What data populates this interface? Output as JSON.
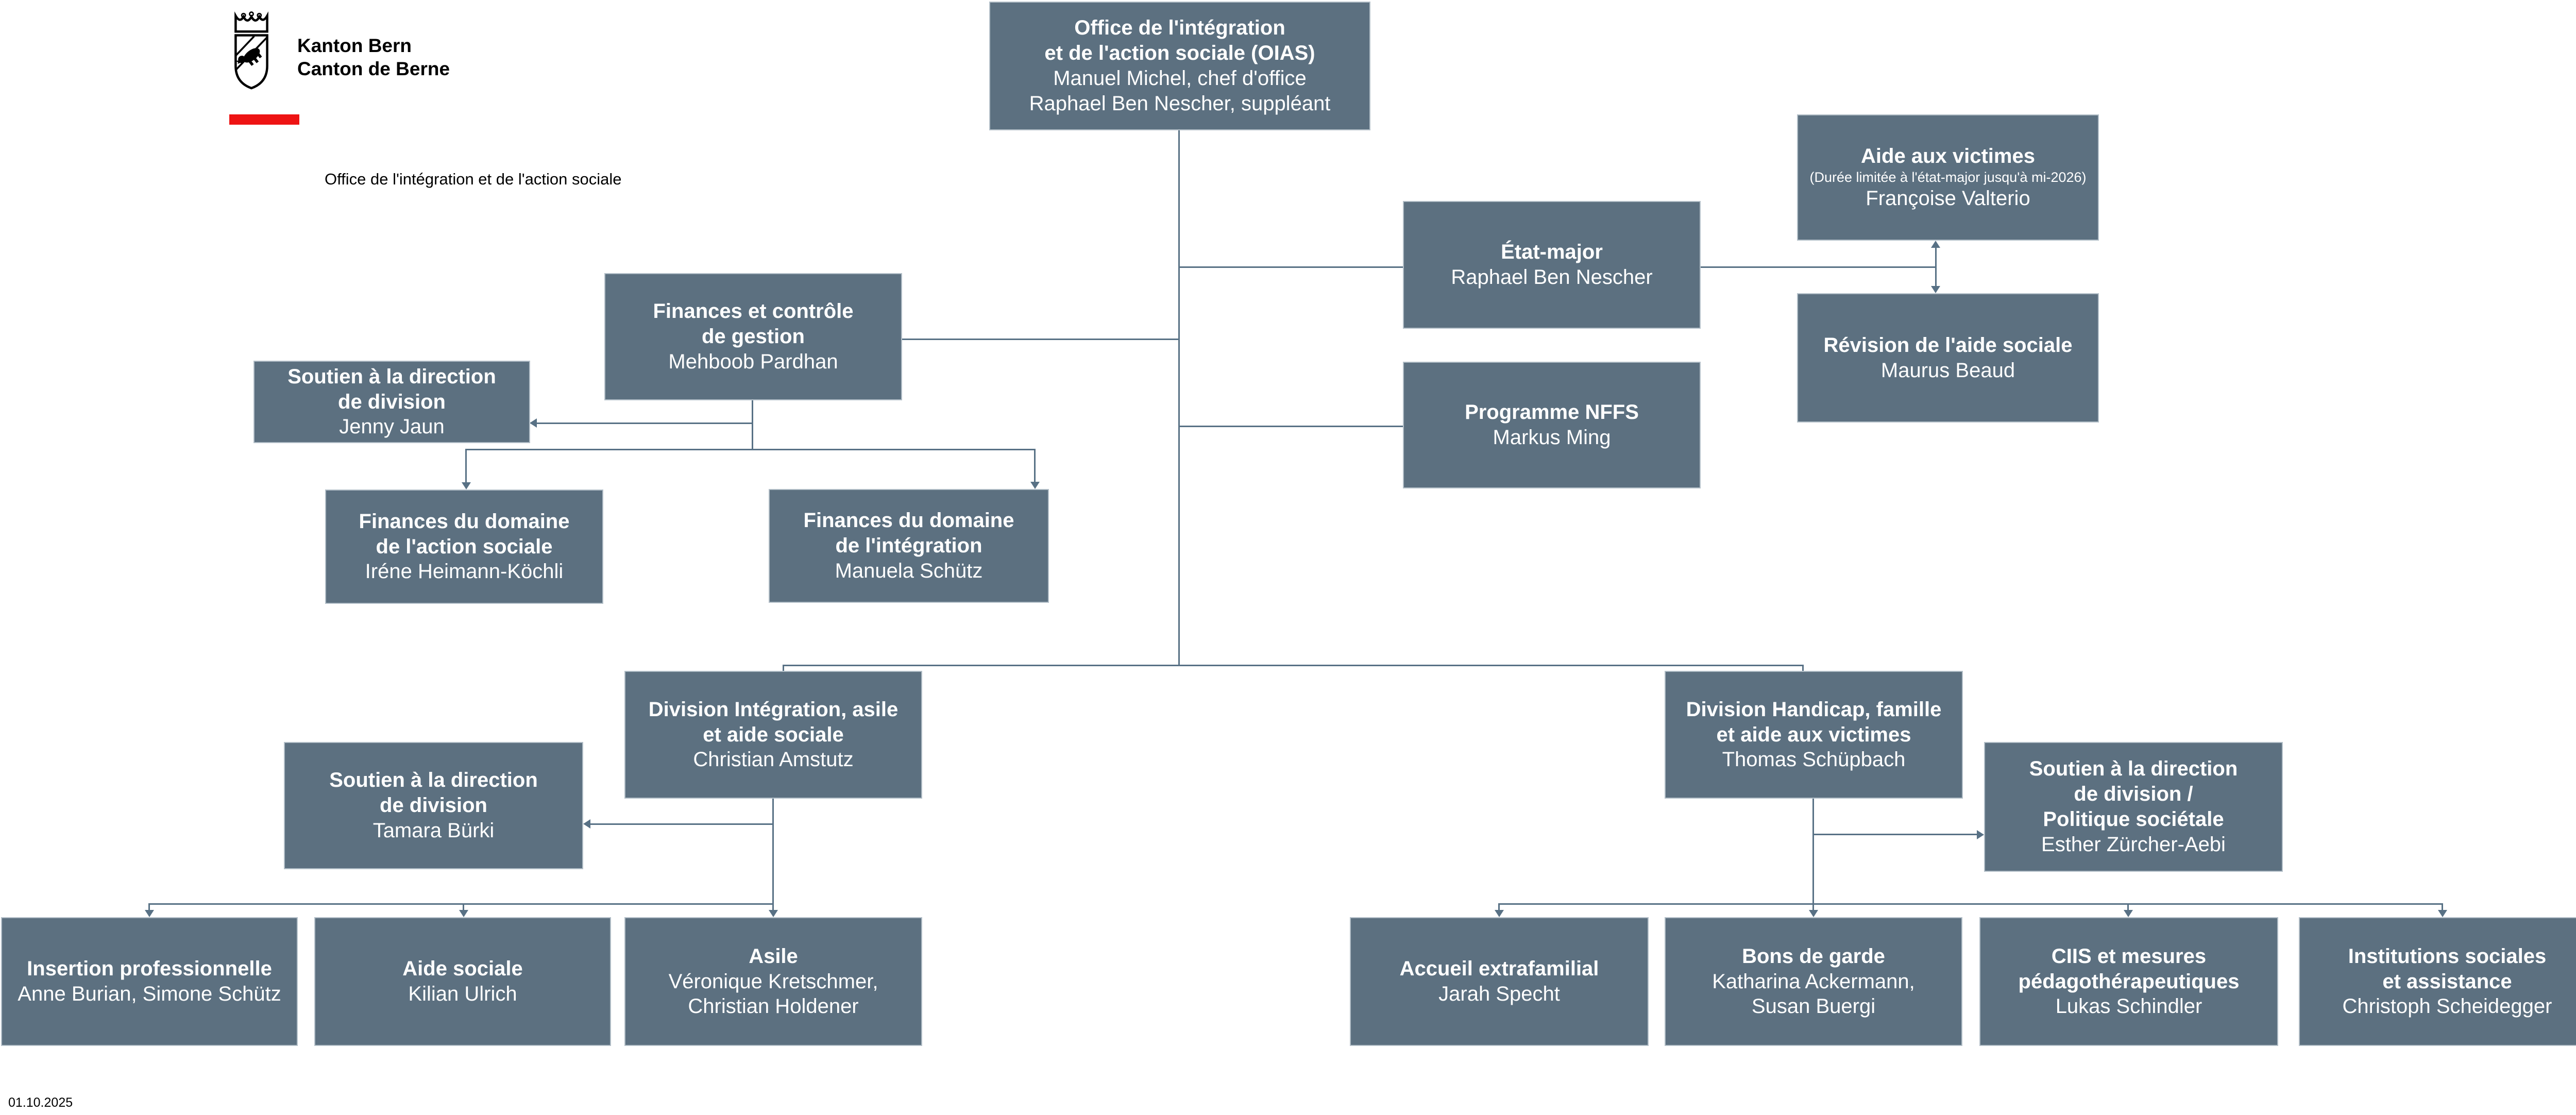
{
  "header": {
    "logo_text": "Kanton Bern\nCanton de Berne",
    "subtitle": "Office de l'intégration et de l'action sociale"
  },
  "footer": {
    "date": "01.10.2025"
  },
  "colors": {
    "box_fill": "#5c7080",
    "box_border": "#b3bfc8",
    "connector": "#587185",
    "logo_red": "#ee1313"
  },
  "nodes": {
    "root": {
      "title": "Office de l'intégration\net de l'action sociale (OIAS)",
      "name": "Manuel Michel, chef d'office\nRaphael Ben Nescher, suppléant"
    },
    "aide_victimes": {
      "title": "Aide aux victimes",
      "note": "(Durée limitée à l'état-major jusqu'à mi-2026)",
      "name": "Françoise Valterio"
    },
    "etat_major": {
      "title": "État-major",
      "name": "Raphael Ben Nescher"
    },
    "revision": {
      "title": "Révision de l'aide sociale",
      "name": "Maurus Beaud"
    },
    "programme_nffs": {
      "title": "Programme NFFS",
      "name": "Markus Ming"
    },
    "finances_controle": {
      "title": "Finances et contrôle\nde gestion",
      "name": "Mehboob Pardhan"
    },
    "soutien_jenny": {
      "title": "Soutien à la direction\nde division",
      "name": "Jenny Jaun"
    },
    "fin_action_sociale": {
      "title": "Finances du domaine\nde l'action sociale",
      "name": "Iréne Heimann-Köchli"
    },
    "fin_integration": {
      "title": "Finances du domaine\nde l'intégration",
      "name": "Manuela Schütz"
    },
    "div_integration": {
      "title": "Division Intégration, asile\net aide sociale",
      "name": "Christian Amstutz"
    },
    "soutien_tamara": {
      "title": "Soutien à la direction\nde division",
      "name": "Tamara Bürki"
    },
    "insertion": {
      "title": "Insertion professionnelle",
      "name": "Anne Burian, Simone Schütz"
    },
    "aide_sociale": {
      "title": "Aide sociale",
      "name": "Kilian Ulrich"
    },
    "asile": {
      "title": "Asile",
      "name": "Véronique Kretschmer,\nChristian Holdener"
    },
    "div_handicap": {
      "title": "Division Handicap, famille\net aide aux victimes",
      "name": "Thomas Schüpbach"
    },
    "soutien_esther": {
      "title": "Soutien à la direction\nde division /\nPolitique sociétale",
      "name": "Esther Zürcher-Aebi"
    },
    "accueil": {
      "title": "Accueil extrafamilial",
      "name": "Jarah Specht"
    },
    "bons_garde": {
      "title": "Bons de garde",
      "name": "Katharina Ackermann,\nSusan Buergi"
    },
    "ciis": {
      "title": "CIIS et mesures\npédagothérapeutiques",
      "name": "Lukas Schindler"
    },
    "institutions": {
      "title": "Institutions sociales\net assistance",
      "name": "Christoph Scheidegger"
    }
  }
}
